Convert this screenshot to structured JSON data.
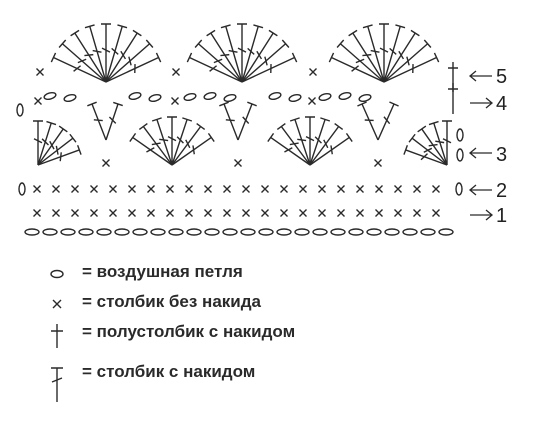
{
  "rows": [
    {
      "number": "1"
    },
    {
      "number": "2"
    },
    {
      "number": "3"
    },
    {
      "number": "4"
    },
    {
      "number": "5"
    }
  ],
  "legend": [
    {
      "symbol": "chain-stitch",
      "text": "= воздушная петля"
    },
    {
      "symbol": "single-crochet",
      "text": "= столбик без накида"
    },
    {
      "symbol": "half-double-crochet",
      "text": "= полустолбик с накидом"
    },
    {
      "symbol": "double-crochet",
      "text": "= столбик с накидом"
    }
  ],
  "colors": {
    "ink": "#2a2a2a"
  }
}
